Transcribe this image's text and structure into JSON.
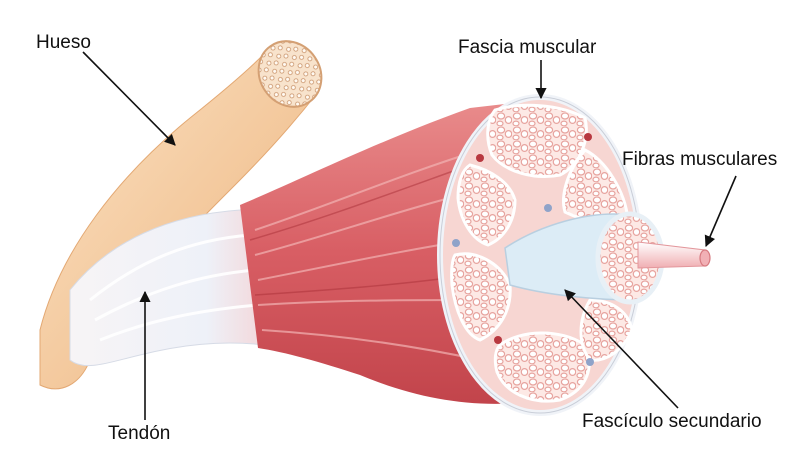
{
  "labels": {
    "bone": "Hueso",
    "fascia": "Fascia muscular",
    "fibers": "Fibras musculares",
    "tendon": "Tendón",
    "fascicle": "Fascículo secundario"
  },
  "colors": {
    "muscle": "#d9666a",
    "muscle_dark": "#b8383f",
    "fascicle_fill": "#fbe3df",
    "bone": "#f4cfa3",
    "tendon": "#eef2f8",
    "arrow": "#111111"
  }
}
